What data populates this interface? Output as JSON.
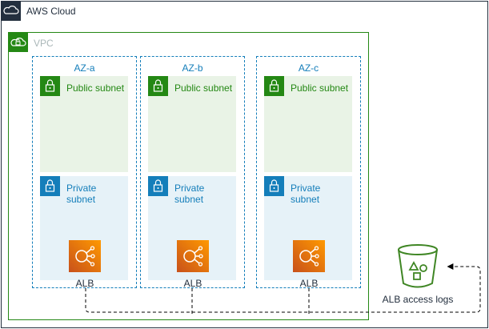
{
  "cloud": {
    "label": "AWS Cloud",
    "icon": "aws-cloud-icon",
    "color": "#232f3e"
  },
  "vpc": {
    "label": "VPC",
    "icon": "vpc-icon",
    "color": "#248814",
    "label_color": "#aab7b8"
  },
  "azs": [
    {
      "label": "AZ-a",
      "public_subnet": "Public subnet",
      "private_subnet_line1": "Private",
      "private_subnet_line2": "subnet",
      "alb_label": "ALB"
    },
    {
      "label": "AZ-b",
      "public_subnet": "Public subnet",
      "private_subnet_line1": "Private",
      "private_subnet_line2": "subnet",
      "alb_label": "ALB"
    },
    {
      "label": "AZ-c",
      "public_subnet": "Public subnet",
      "private_subnet_line1": "Private",
      "private_subnet_line2": "subnet",
      "alb_label": "ALB"
    }
  ],
  "s3": {
    "label": "ALB access logs",
    "icon": "s3-bucket-icon",
    "color": "#3f8624"
  },
  "colors": {
    "az_border": "#147eba",
    "public_bg": "#e9f3e6",
    "private_bg": "#e6f2f8",
    "alb_orange": "#e7701d",
    "public_text": "#248814",
    "private_text": "#147eba"
  }
}
